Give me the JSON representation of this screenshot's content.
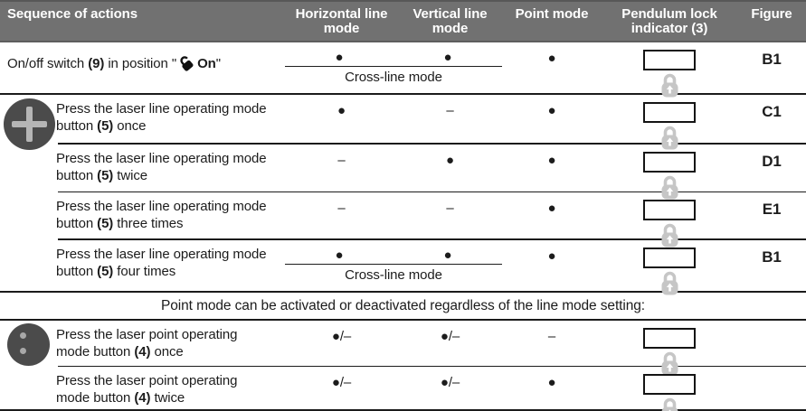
{
  "header": {
    "sequence": "Sequence of actions",
    "horizontal": "Horizontal line mode",
    "vertical": "Vertical line mode",
    "point": "Point mode",
    "pendulum": "Pendulum lock indicator (3)",
    "figure": "Figure"
  },
  "crossline_label": "Cross-line mode",
  "note": "Point mode can be activated or deactivated regardless of the line mode setting:",
  "rows": [
    {
      "action": {
        "pre": "On/off switch ",
        "bold1": "(9)",
        "mid": " in position \"",
        "bold2": "On",
        "post": "\""
      },
      "horizontal": "●",
      "vertical": "●",
      "point": "●",
      "figure": "B1",
      "crossline": true
    },
    {
      "action": {
        "line1": "Press the laser line operating mode",
        "line2_pre": "button ",
        "line2_bold": "(5)",
        "line2_post": " once"
      },
      "horizontal": "●",
      "vertical": "–",
      "point": "●",
      "figure": "C1"
    },
    {
      "action": {
        "line1": "Press the laser line operating mode",
        "line2_pre": "button ",
        "line2_bold": "(5)",
        "line2_post": " twice"
      },
      "horizontal": "–",
      "vertical": "●",
      "point": "●",
      "figure": "D1"
    },
    {
      "action": {
        "line1": "Press the laser line operating mode",
        "line2_pre": "button ",
        "line2_bold": "(5)",
        "line2_post": " three times"
      },
      "horizontal": "–",
      "vertical": "–",
      "point": "●",
      "figure": "E1"
    },
    {
      "action": {
        "line1": "Press the laser line operating mode",
        "line2_pre": "button ",
        "line2_bold": "(5)",
        "line2_post": " four times"
      },
      "horizontal": "●",
      "vertical": "●",
      "point": "●",
      "figure": "B1",
      "crossline": true
    },
    {
      "action": {
        "line1": "Press the laser point operating",
        "line2_pre": "mode button ",
        "line2_bold": "(4)",
        "line2_post": " once"
      },
      "horizontal": "●/–",
      "vertical": "●/–",
      "point": "–",
      "figure": ""
    },
    {
      "action": {
        "line1": "Press the laser point operating",
        "line2_pre": "mode button ",
        "line2_bold": "(4)",
        "line2_post": " twice"
      },
      "horizontal": "●/–",
      "vertical": "●/–",
      "point": "●",
      "figure": ""
    }
  ],
  "icons": {
    "laser_line_group": "plus-circle",
    "laser_point_group": "two-dots-circle",
    "onoff_position": "open-padlock",
    "pendulum_lock": "padlock-with-up-arrow",
    "pendulum_display": "empty-rectangle"
  },
  "colors": {
    "header_bg": "#717171",
    "header_text": "#ffffff",
    "body_text": "#1c1c1c",
    "line": "#1b1b1b",
    "lock_gray": "#c6c6c6",
    "icon_circle": "#4b4b4b"
  }
}
